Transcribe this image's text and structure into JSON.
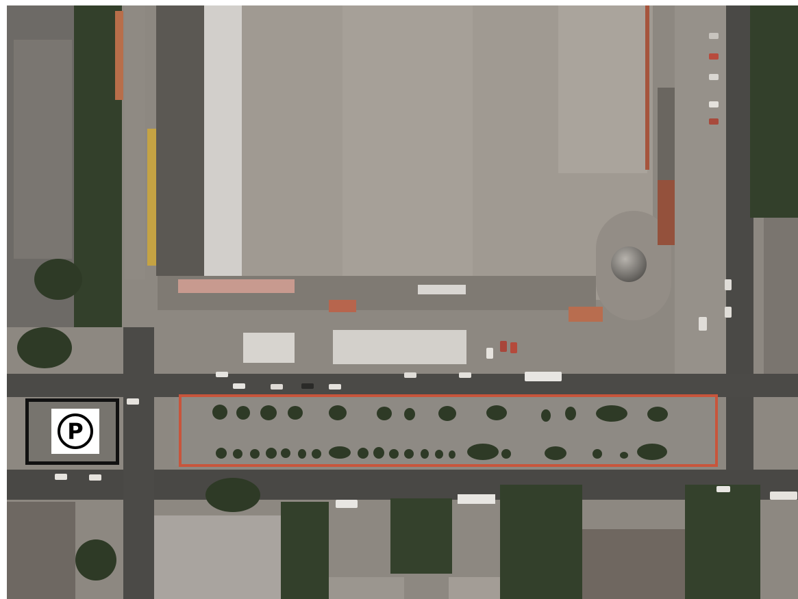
{
  "map": {
    "kind": "aerial-satellite-photo",
    "legend": {
      "icon": "parking-sign-icon",
      "symbol": "P",
      "frame_color": "#111111",
      "sign_color": "#ffffff"
    },
    "highlight": {
      "meaning": "highlighted-boulevard-area",
      "stroke_color": "#c8553c"
    },
    "palette": {
      "roof_light": "#a39d95",
      "roof_dark": "#57534e",
      "road": "#4a4946",
      "tree": "#2e3a26",
      "white_roof": "#d8d6d2"
    }
  }
}
